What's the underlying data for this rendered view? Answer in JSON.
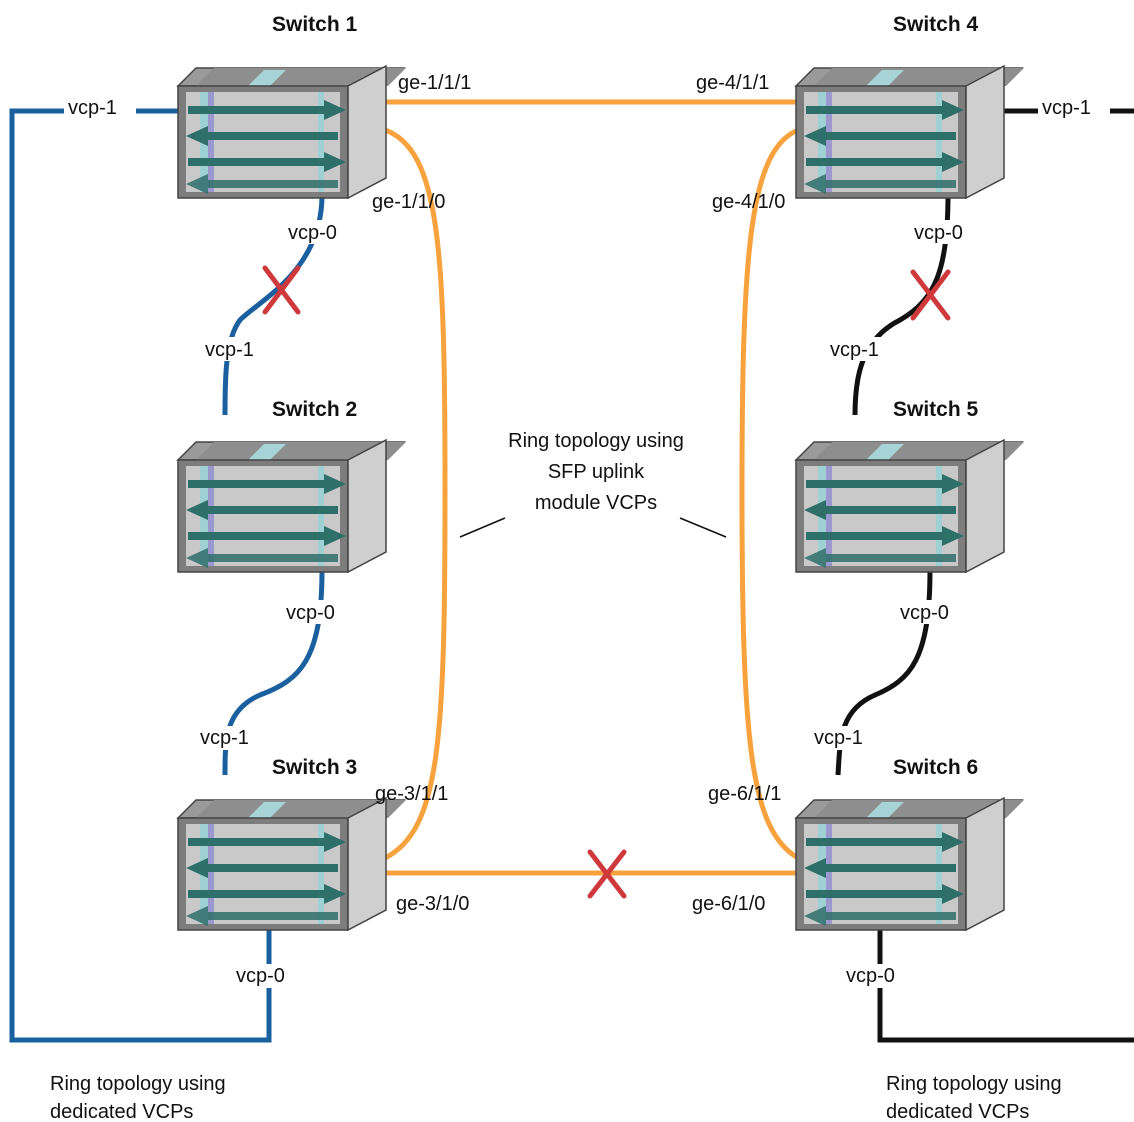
{
  "colors": {
    "dedicated_left": "#1a5f9e",
    "dedicated_right": "#111111",
    "uplink": "#f7a23c",
    "failure_mark": "#d0393b"
  },
  "switches": {
    "s1": {
      "title": "Switch 1"
    },
    "s2": {
      "title": "Switch 2"
    },
    "s3": {
      "title": "Switch 3"
    },
    "s4": {
      "title": "Switch 4"
    },
    "s5": {
      "title": "Switch 5"
    },
    "s6": {
      "title": "Switch 6"
    }
  },
  "ports": {
    "s1_vcp1": "vcp-1",
    "s1_vcp0": "vcp-0",
    "s1_ge111": "ge-1/1/1",
    "s1_ge110": "ge-1/1/0",
    "s2_vcp1": "vcp-1",
    "s2_vcp0": "vcp-0",
    "s3_vcp1": "vcp-1",
    "s3_vcp0": "vcp-0",
    "s3_ge311": "ge-3/1/1",
    "s3_ge310": "ge-3/1/0",
    "s4_vcp1": "vcp-1",
    "s4_vcp0": "vcp-0",
    "s4_ge411": "ge-4/1/1",
    "s4_ge410": "ge-4/1/0",
    "s5_vcp1": "vcp-1",
    "s5_vcp0": "vcp-0",
    "s6_vcp1": "vcp-1",
    "s6_vcp0": "vcp-0",
    "s6_ge611": "ge-6/1/1",
    "s6_ge610": "ge-6/1/0"
  },
  "notes": {
    "center_line1": "Ring topology using",
    "center_line2": "SFP uplink",
    "center_line3": "module VCPs",
    "left_line1": "Ring topology using",
    "left_line2": "dedicated VCPs",
    "right_line1": "Ring topology using",
    "right_line2": "dedicated VCPs"
  }
}
